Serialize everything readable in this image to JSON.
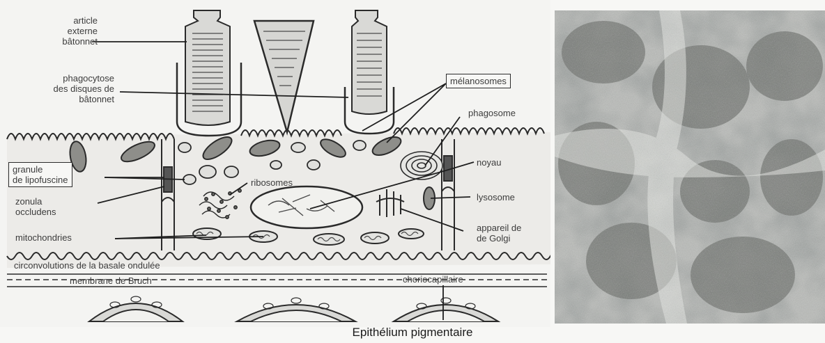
{
  "caption": "Epithélium pigmentaire",
  "labels": {
    "article_externe": "article\nexterne\nbâtonnet",
    "phagocytose": "phagocytose\ndes disques de\nbâtonnet",
    "granule": "granule\nde lipofuscine",
    "zonula": "zonula\noccludens",
    "mitochondries": "mitochondries",
    "ribosomes": "ribosomes",
    "melanosomes": "mélanosomes",
    "phagosome": "phagosome",
    "noyau": "noyau",
    "lysosome": "lysosome",
    "golgi": "appareil de\nde Golgi",
    "circonvolutions": "circonvolutions de la basale ondulée",
    "bruch": "membrane de Bruch",
    "choriocapillaire": "choriocapillaire"
  }
}
